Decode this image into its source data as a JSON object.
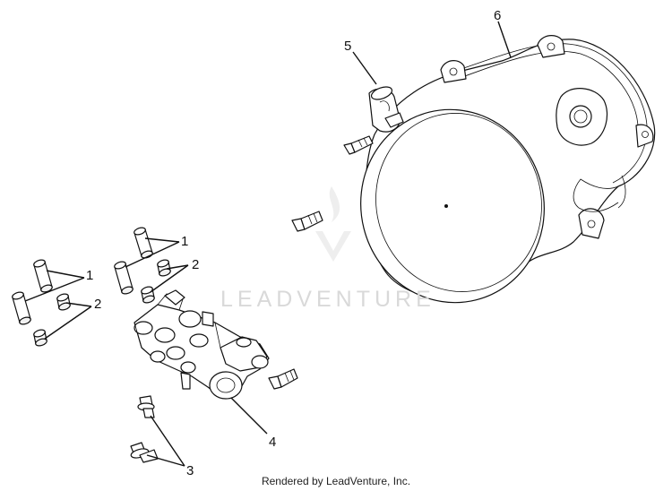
{
  "callouts": {
    "c1a": "1",
    "c1b": "1",
    "c2a": "2",
    "c2b": "2",
    "c3": "3",
    "c4": "4",
    "c5": "5",
    "c6": "6"
  },
  "watermark": {
    "text": "LEADVENTURE"
  },
  "footer": {
    "credit": "Rendered by LeadVenture, Inc."
  },
  "colors": {
    "line": "#111111",
    "watermark": "#d9d9d9",
    "background": "#ffffff"
  }
}
